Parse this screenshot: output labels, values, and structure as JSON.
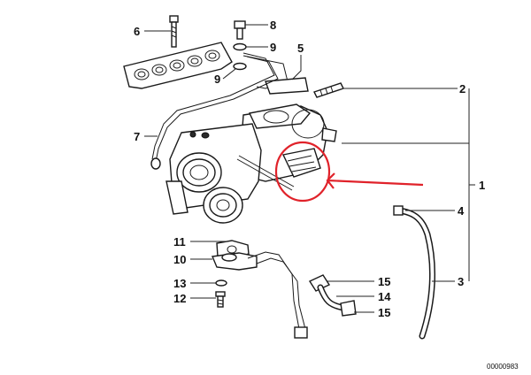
{
  "diagram": {
    "callouts": [
      {
        "id": "6",
        "label": "6"
      },
      {
        "id": "8",
        "label": "8"
      },
      {
        "id": "9a",
        "label": "9"
      },
      {
        "id": "5",
        "label": "5"
      },
      {
        "id": "9b",
        "label": "9"
      },
      {
        "id": "2",
        "label": "2"
      },
      {
        "id": "7",
        "label": "7"
      },
      {
        "id": "1",
        "label": "1"
      },
      {
        "id": "4",
        "label": "4"
      },
      {
        "id": "11",
        "label": "11"
      },
      {
        "id": "10",
        "label": "10"
      },
      {
        "id": "13",
        "label": "13"
      },
      {
        "id": "12",
        "label": "12"
      },
      {
        "id": "15a",
        "label": "15"
      },
      {
        "id": "14",
        "label": "14"
      },
      {
        "id": "15b",
        "label": "15"
      },
      {
        "id": "3",
        "label": "3"
      }
    ],
    "reference_number": "00000983",
    "colors": {
      "line": "#1a1a1a",
      "highlight": "#e0222a",
      "background": "#ffffff"
    }
  }
}
